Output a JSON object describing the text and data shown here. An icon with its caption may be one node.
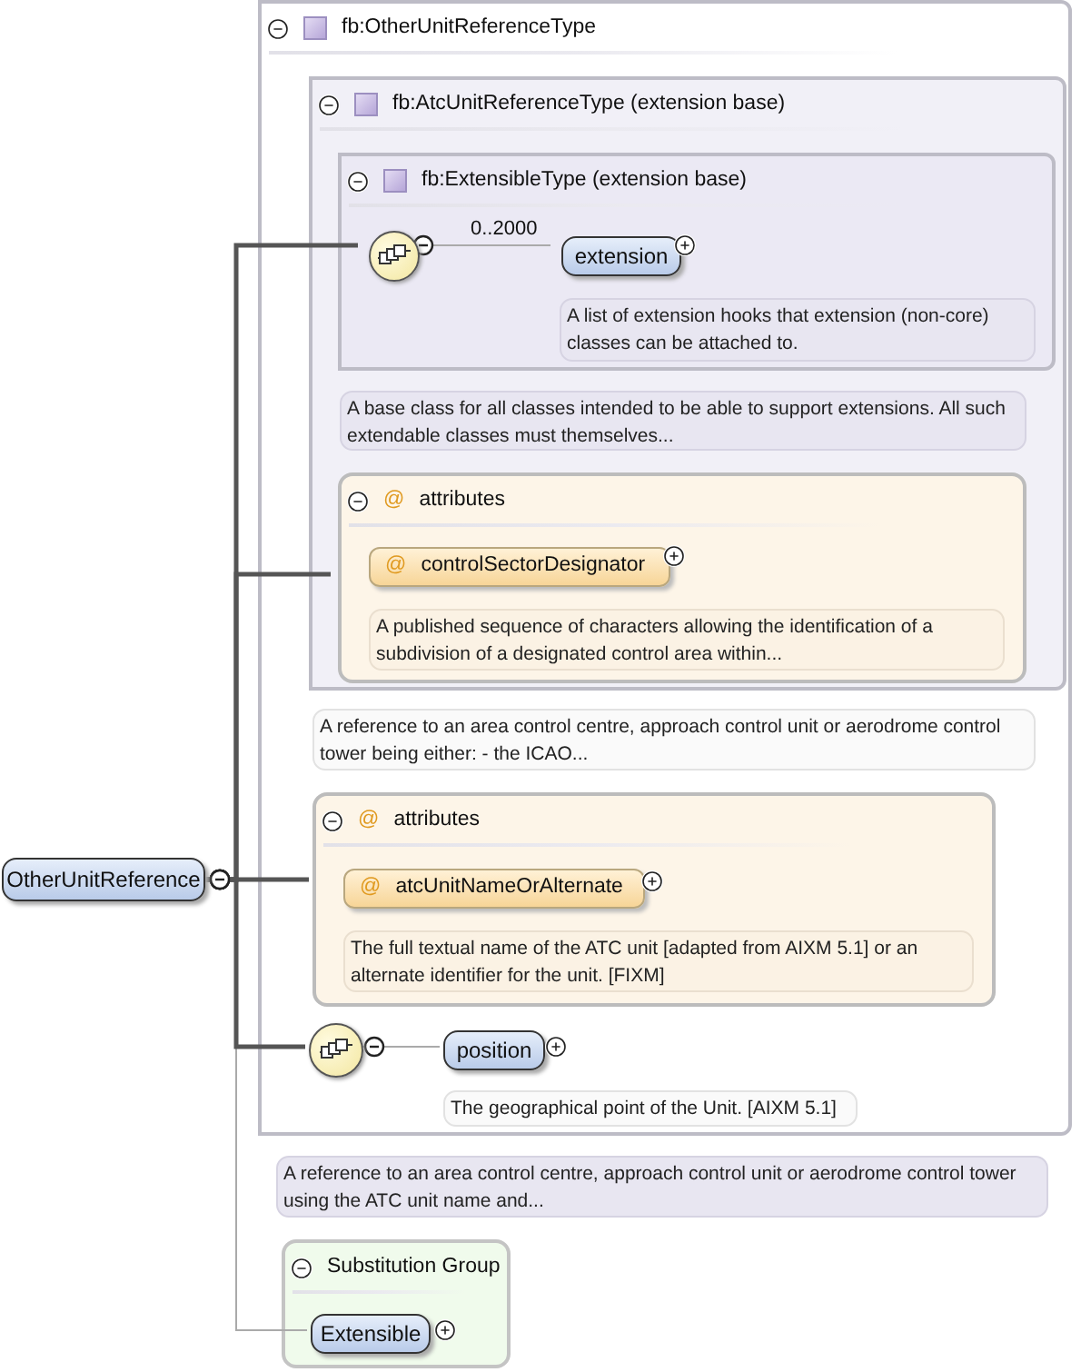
{
  "diagram": {
    "nodes": [
      {
        "text": [
          "OtherUnitReference"
        ]
      },
      {
        "text": [
          "fb:OtherUnitReferenceType"
        ]
      },
      {
        "text": [
          "fb:AtcUnitReferenceType (extension base)"
        ],
        "in": 1
      },
      {
        "text": [
          "fb:ExtensibleType (extension base)"
        ],
        "in": 2
      },
      {
        "text": [],
        "shape": "circle",
        "in": 3
      },
      {
        "text": [
          "extension"
        ],
        "in": 3
      },
      {
        "text": [
          "A list of extension hooks that extension (non-core) classes can be attached to."
        ],
        "in": 3
      },
      {
        "text": [
          "A base class for all classes intended to be able to support extensions. All such extendable classes must themselves..."
        ],
        "in": 2
      },
      {
        "text": [
          "@",
          "attributes"
        ],
        "in": 2
      },
      {
        "text": [
          "@",
          "controlSectorDesignator"
        ],
        "in": 8
      },
      {
        "text": [
          "A published sequence of characters allowing the identification of a subdivision of a designated control area within..."
        ],
        "in": 8
      },
      {
        "text": [
          "A reference to an area control centre, approach control unit or aerodrome control tower being either: - the ICAO..."
        ],
        "in": 1
      },
      {
        "text": [
          "@",
          "attributes"
        ],
        "in": 1
      },
      {
        "text": [
          "@",
          "atcUnitNameOrAlternate"
        ],
        "in": 12
      },
      {
        "text": [
          "The full textual name of the ATC unit [adapted from AIXM 5.1] or an alternate identifier for the unit. [FIXM]"
        ],
        "in": 12
      },
      {
        "text": [],
        "shape": "circle",
        "in": 1
      },
      {
        "text": [
          "position"
        ],
        "in": 1
      },
      {
        "text": [
          "The geographical point of the Unit. [AIXM 5.1]"
        ],
        "in": 1
      },
      {
        "text": [
          "A reference to an area control centre, approach control unit or aerodrome control tower using the ATC unit name and..."
        ]
      },
      {
        "text": [
          "Substitution Group"
        ]
      },
      {
        "text": [
          "Extensible"
        ],
        "in": 19
      }
    ],
    "edges": [
      {
        "from": 0,
        "to": 20,
        "arrow": "other",
        "color": "#aaaaaa"
      },
      {
        "from": 0,
        "to": 4,
        "arrow": "other"
      },
      {
        "from": 0,
        "to": 8,
        "arrow": "other"
      },
      {
        "from": 0,
        "to": 12,
        "arrow": "other"
      },
      {
        "from": 0,
        "to": 15,
        "arrow": "other"
      },
      {
        "from": 4,
        "to": 5,
        "arrow": "other",
        "label": "0..2000",
        "color": "#aaaaaa"
      },
      {
        "from": 15,
        "to": 16,
        "arrow": "other",
        "color": "#aaaaaa"
      }
    ]
  }
}
